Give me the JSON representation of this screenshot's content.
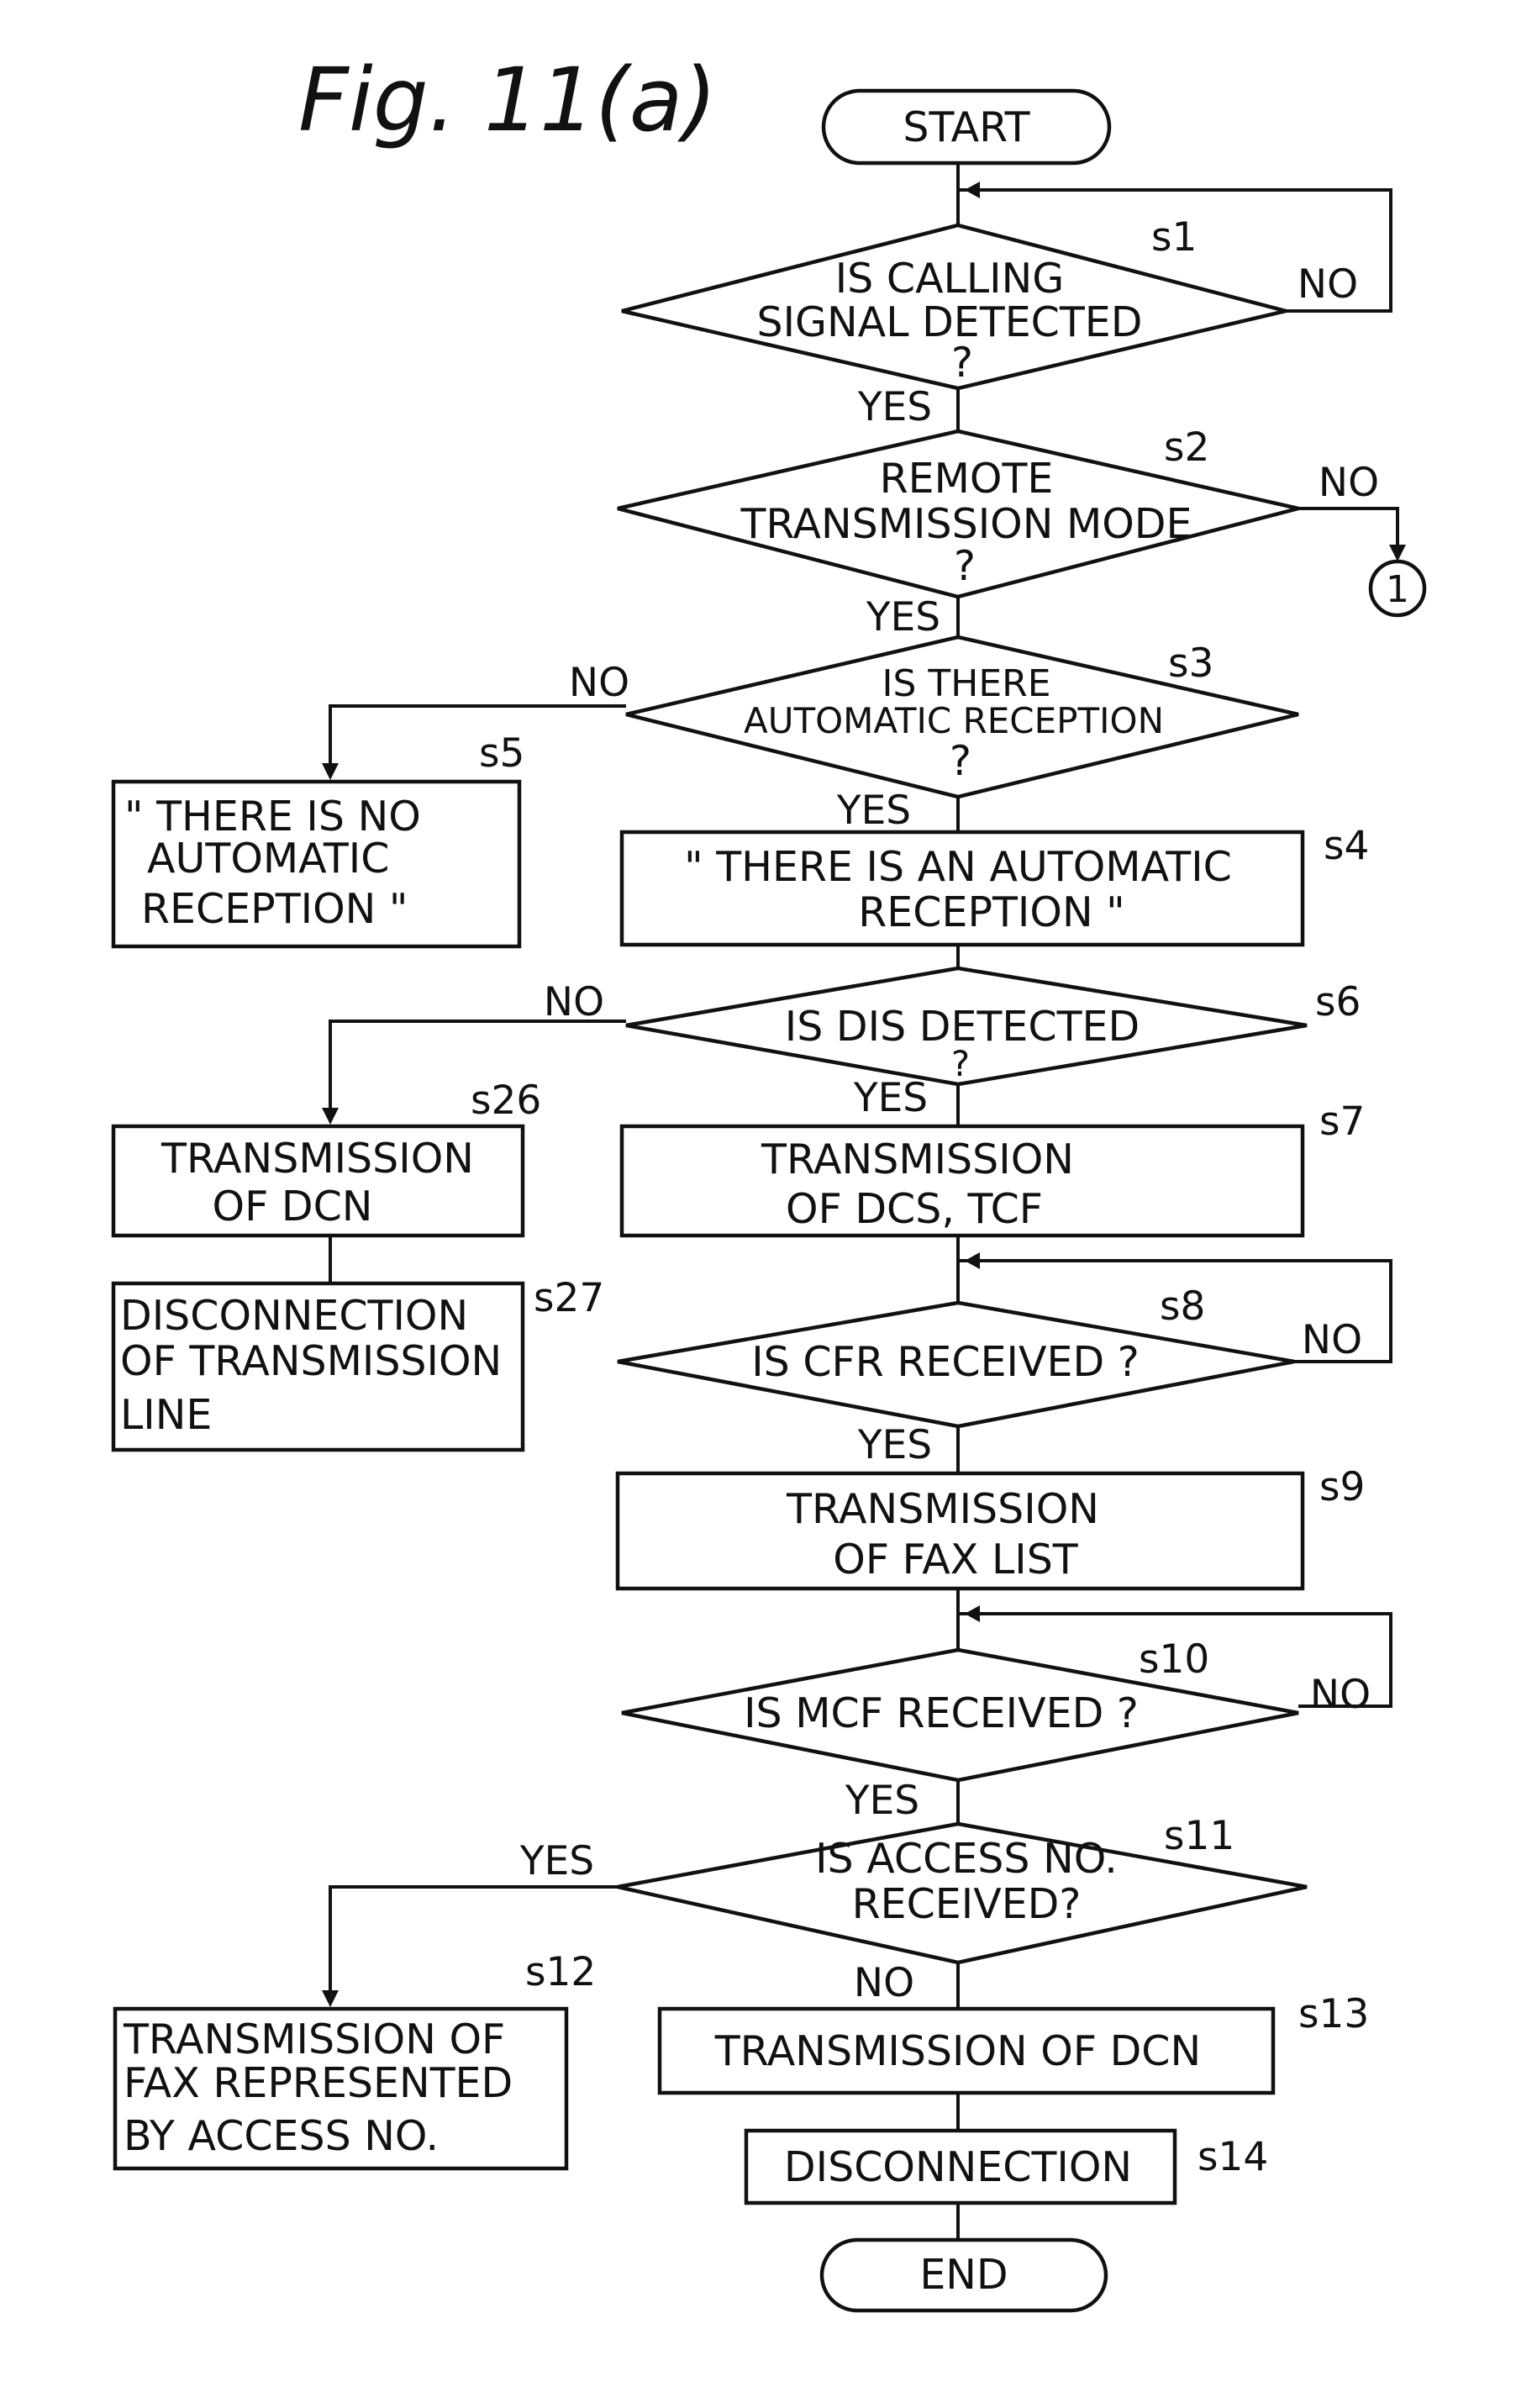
{
  "figure": {
    "title": "Fig. 11(a)"
  },
  "terminals": {
    "start": "START",
    "end": "END",
    "connector": "1"
  },
  "decisions": {
    "s1": [
      "IS CALLING",
      "SIGNAL DETECTED",
      "?"
    ],
    "s2": [
      "REMOTE",
      "TRANSMISSION MODE",
      "?"
    ],
    "s3": [
      "IS THERE",
      "AUTOMATIC RECEPTION",
      "?"
    ],
    "s6": [
      "IS DIS DETECTED",
      "?"
    ],
    "s8": [
      "IS CFR RECEIVED ?"
    ],
    "s10": [
      "IS MCF RECEIVED ?"
    ],
    "s11": [
      "IS ACCESS NO.",
      "RECEIVED?"
    ]
  },
  "processes": {
    "s4": [
      "\" THERE IS AN AUTOMATIC",
      "RECEPTION \""
    ],
    "s5": [
      "\" THERE IS NO",
      "AUTOMATIC",
      "RECEPTION \""
    ],
    "s7": [
      "TRANSMISSION",
      "OF DCS, TCF"
    ],
    "s9": [
      "TRANSMISSION",
      "OF FAX LIST"
    ],
    "s12": [
      "TRANSMISSION OF",
      "FAX REPRESENTED",
      "BY ACCESS NO."
    ],
    "s13": [
      "TRANSMISSION OF DCN"
    ],
    "s14": [
      "DISCONNECTION"
    ],
    "s26": [
      "TRANSMISSION",
      "OF DCN"
    ],
    "s27": [
      "DISCONNECTION",
      "OF TRANSMISSION",
      "LINE"
    ]
  },
  "step_labels": {
    "s1": "s1",
    "s2": "s2",
    "s3": "s3",
    "s4": "s4",
    "s5": "s5",
    "s6": "s6",
    "s7": "s7",
    "s8": "s8",
    "s9": "s9",
    "s10": "s10",
    "s11": "s11",
    "s12": "s12",
    "s13": "s13",
    "s14": "s14",
    "s26": "s26",
    "s27": "s27"
  },
  "branch_labels": {
    "yes": "YES",
    "no": "NO"
  }
}
